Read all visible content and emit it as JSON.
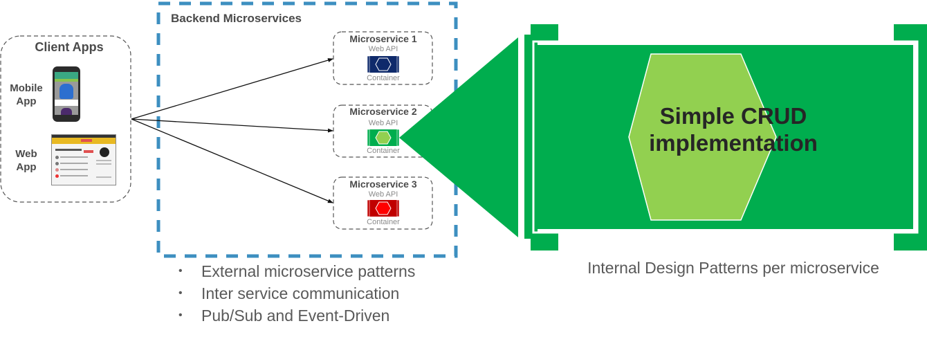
{
  "client_apps": {
    "title": "Client Apps",
    "items": [
      {
        "label_line1": "Mobile",
        "label_line2": "App",
        "thumbnail": "mobile-app-screenshot"
      },
      {
        "label_line1": "Web",
        "label_line2": "App",
        "thumbnail": "web-app-screenshot"
      }
    ]
  },
  "backend": {
    "title": "Backend Microservices",
    "border_color": "#3d8fc0",
    "microservices": [
      {
        "title": "Microservice 1",
        "api_label": "Web API",
        "container_label": "Container",
        "color": "#0f2a6b",
        "hex_fill": "#0f2a6b"
      },
      {
        "title": "Microservice 2",
        "api_label": "Web API",
        "container_label": "Container",
        "color": "#00ad4e",
        "hex_fill": "#92d050"
      },
      {
        "title": "Microservice 3",
        "api_label": "Web API",
        "container_label": "Container",
        "color": "#c00000",
        "hex_fill": "#ff0000"
      }
    ],
    "bullets": [
      "External microservice patterns",
      "Inter service communication",
      "Pub/Sub and Event-Driven"
    ]
  },
  "detail": {
    "hexagon_line1": "Simple CRUD",
    "hexagon_line2": "implementation",
    "caption": "Internal Design Patterns per microservice",
    "container_color": "#00ad4e",
    "hexagon_color": "#92d050"
  }
}
